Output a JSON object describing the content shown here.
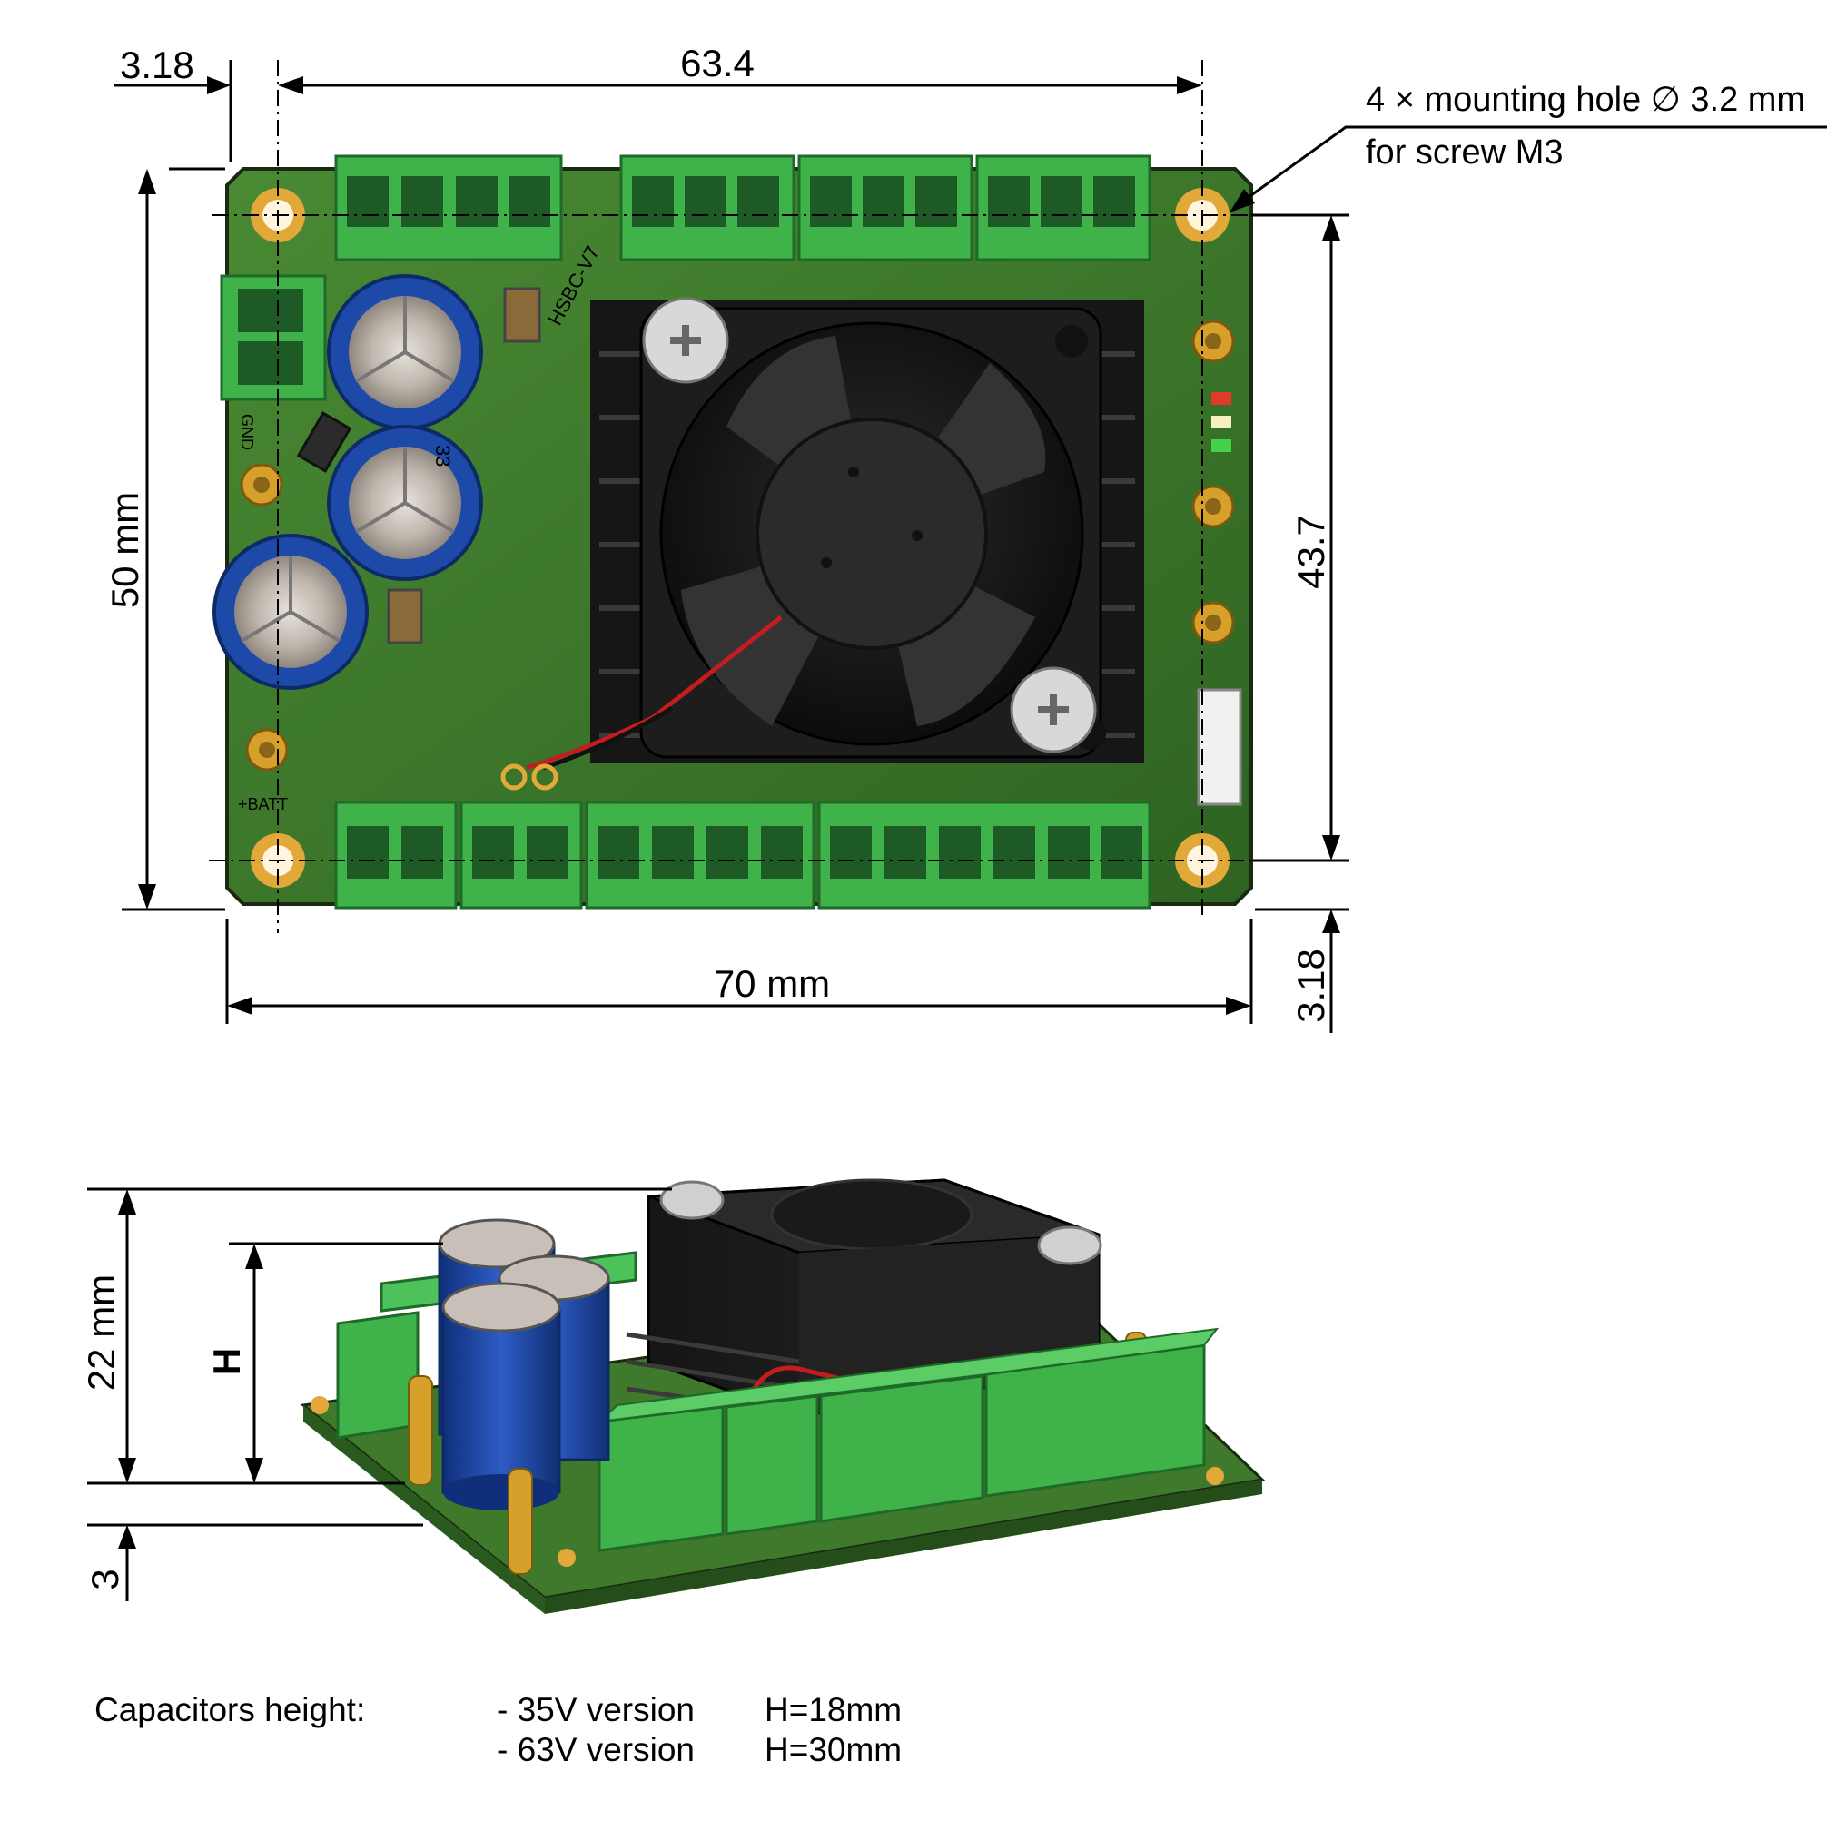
{
  "top_view": {
    "dim_offset_left": "3.18",
    "dim_hole_spacing_x": "63.4",
    "dim_height": "50 mm",
    "dim_hole_spacing_y": "43.7",
    "dim_width": "70 mm",
    "dim_offset_bottom": "3.18",
    "callout_line1": "4 × mounting hole ∅ 3.2 mm",
    "callout_line2": "for screw M3",
    "silkscreen_model": "HSBC-V7",
    "silkscreen_gnd": "GND",
    "silkscreen_batt": "+BATT",
    "capacitor_marking": "33"
  },
  "side_view": {
    "dim_total_height": "22 mm",
    "dim_capacitor_height": "H",
    "dim_bottom_clearance": "3"
  },
  "legend": {
    "title": "Capacitors height:",
    "rows": [
      {
        "version": "- 35V version",
        "height": "H=18mm"
      },
      {
        "version": "- 63V version",
        "height": "H=30mm"
      }
    ]
  },
  "colors": {
    "pcb_green": "#3f7a2c",
    "connector_green": "#3fb24a",
    "capacitor_blue": "#1d4aa8",
    "fan_black": "#1b1b1b",
    "gold_pad": "#d6a02a"
  }
}
